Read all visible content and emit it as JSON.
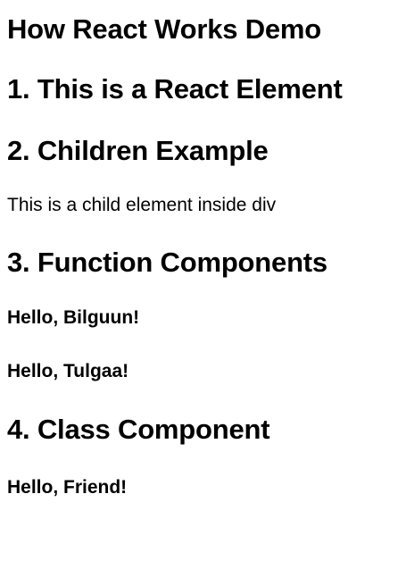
{
  "page": {
    "title": "How React Works Demo",
    "section_element": "1. This is a React Element",
    "section_children": "2. Children Example",
    "child_text": "This is a child element inside div",
    "section_function": "3. Function Components",
    "greeting_1": "Hello, Bilguun!",
    "greeting_2": "Hello, Tulgaa!",
    "section_class": "4. Class Component",
    "greeting_3": "Hello, Friend!"
  }
}
